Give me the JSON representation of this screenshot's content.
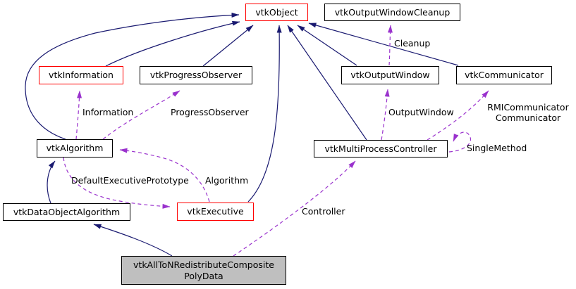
{
  "diagram": {
    "title": "vtkAllToNRedistributeCompositePolyData collaboration graph",
    "colors": {
      "inherit_color": "#191970",
      "usage_color": "#9a32cd",
      "truncated_border": "#ff0000",
      "node_border": "#000000",
      "node_bg": "#ffffff",
      "main_bg": "#bfbfbf",
      "label_color": "#000000"
    },
    "nodes": {
      "vtkObject": {
        "label": "vtkObject"
      },
      "vtkOutputWindowCleanup": {
        "label": "vtkOutputWindowCleanup"
      },
      "vtkInformation": {
        "label": "vtkInformation"
      },
      "vtkProgressObserver": {
        "label": "vtkProgressObserver"
      },
      "vtkOutputWindow": {
        "label": "vtkOutputWindow"
      },
      "vtkCommunicator": {
        "label": "vtkCommunicator"
      },
      "vtkAlgorithm": {
        "label": "vtkAlgorithm"
      },
      "vtkMultiProcessController": {
        "label": "vtkMultiProcessController"
      },
      "vtkDataObjectAlgorithm": {
        "label": "vtkDataObjectAlgorithm"
      },
      "vtkExecutive": {
        "label": "vtkExecutive"
      },
      "main": {
        "lines": [
          "vtkAllToNRedistributeComposite",
          "PolyData"
        ]
      }
    },
    "edge_labels": {
      "cleanup": "Cleanup",
      "information": "Information",
      "progress_observer": "ProgressObserver",
      "output_window": "OutputWindow",
      "rmi_communicator": "RMICommunicator",
      "communicator": "Communicator",
      "single_method": "SingleMethod",
      "default_executive_prototype": "DefaultExecutivePrototype",
      "algorithm": "Algorithm",
      "controller": "Controller"
    }
  }
}
